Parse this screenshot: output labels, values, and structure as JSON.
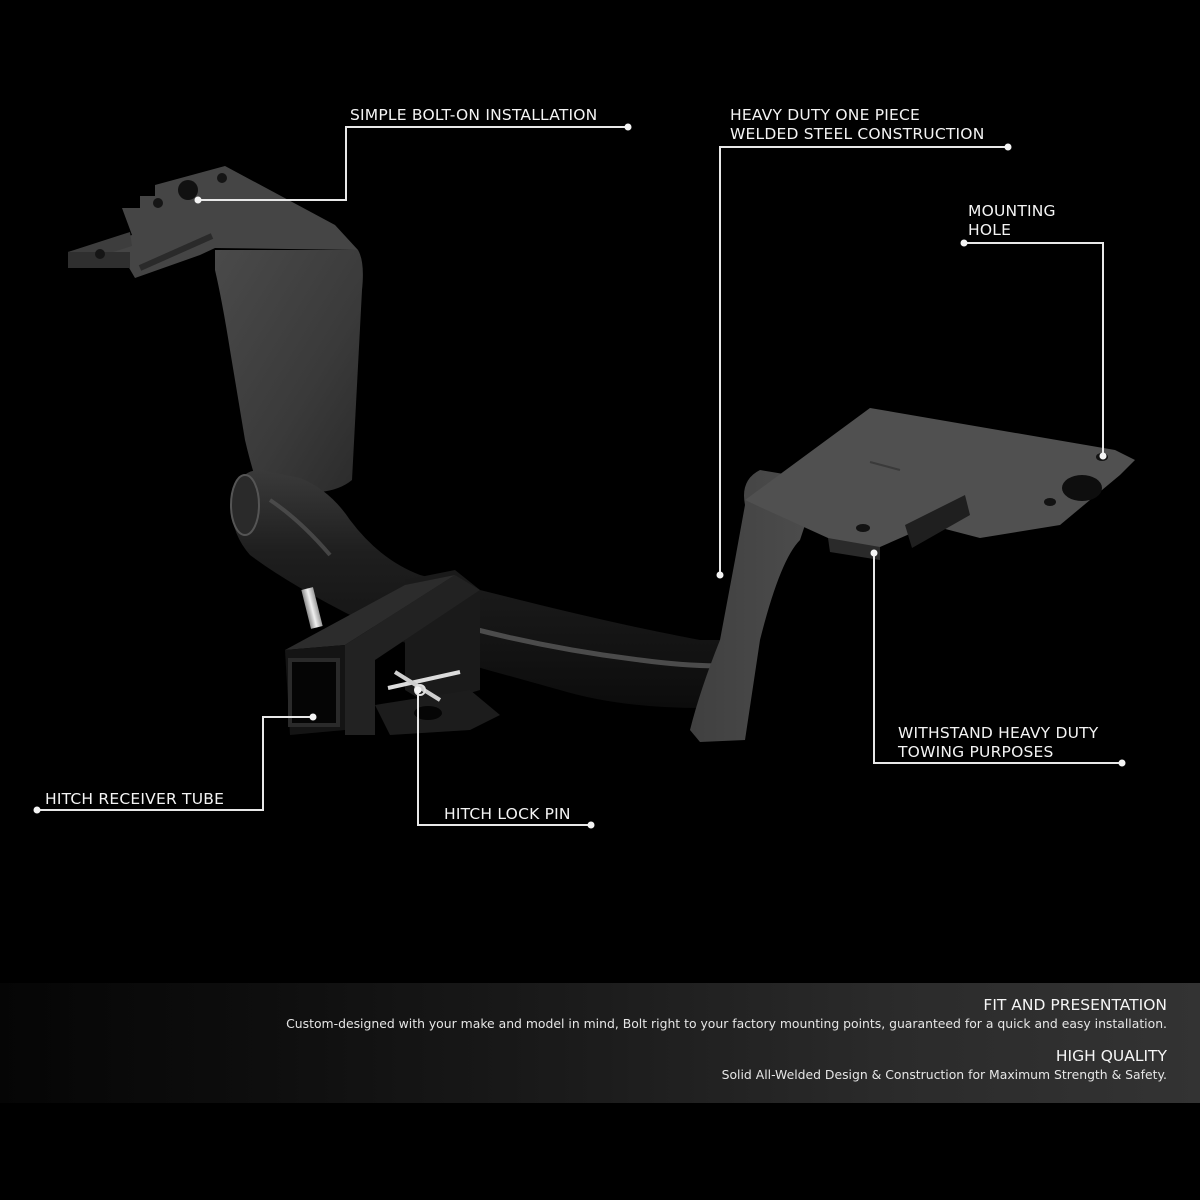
{
  "colors": {
    "background": "#000000",
    "text": "#f4f4f4",
    "leader_line": "#e8e8e8",
    "steel": "#3c3c3c",
    "banner_left": "#050505",
    "banner_right": "#333333"
  },
  "product": {
    "icon": "trailer-hitch-receiver-illustration"
  },
  "callouts": [
    {
      "id": "bolt-on",
      "lines": [
        "SIMPLE BOLT-ON INSTALLATION"
      ]
    },
    {
      "id": "construction",
      "lines": [
        "HEAVY DUTY ONE PIECE",
        "WELDED STEEL CONSTRUCTION"
      ]
    },
    {
      "id": "mounting-hole",
      "lines": [
        "MOUNTING",
        "HOLE"
      ]
    },
    {
      "id": "towing",
      "lines": [
        "WITHSTAND HEAVY DUTY",
        "TOWING PURPOSES"
      ]
    },
    {
      "id": "receiver-tube",
      "lines": [
        "HITCH RECEIVER TUBE"
      ]
    },
    {
      "id": "lock-pin",
      "lines": [
        "HITCH LOCK PIN"
      ]
    }
  ],
  "banner": {
    "sections": [
      {
        "title": "FIT AND PRESENTATION",
        "text": "Custom-designed with your make and model in mind, Bolt right to your factory mounting points, guaranteed for a quick and easy installation."
      },
      {
        "title": "HIGH QUALITY",
        "text": "Solid All-Welded Design & Construction for Maximum Strength & Safety."
      }
    ]
  }
}
